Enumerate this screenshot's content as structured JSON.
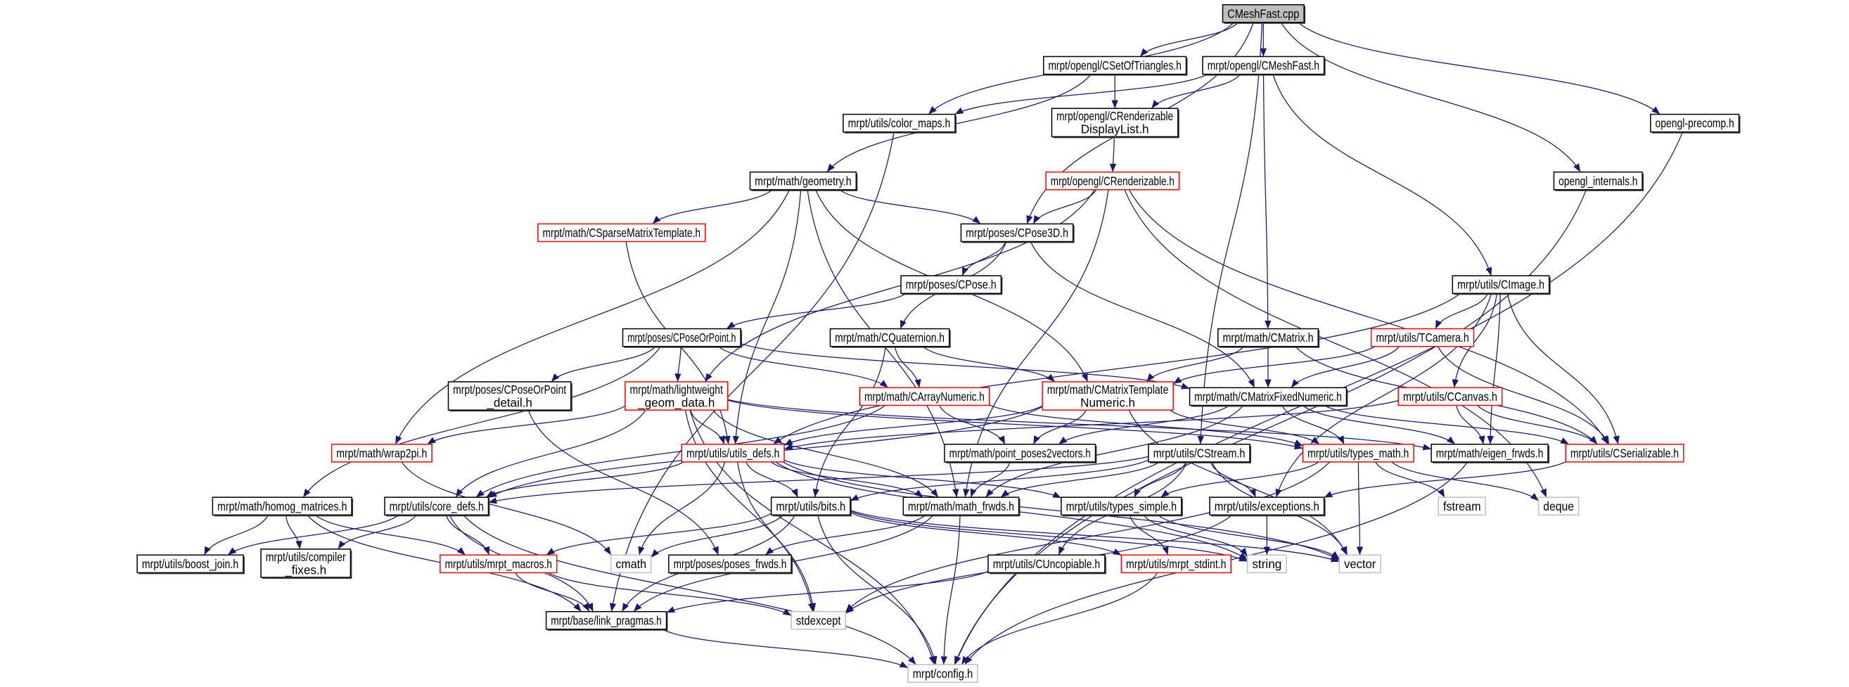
{
  "colors": {
    "edge": "#191970",
    "node_border": "#000000",
    "node_shadow": "#404040",
    "truncated_border": "#ff0000",
    "system_border": "#bfbfbf",
    "root_fill": "#bfbfbf",
    "node_fill": "#ffffff"
  },
  "graph": {
    "nodes": [
      {
        "id": "root",
        "lines": [
          "CMeshFast.cpp"
        ],
        "kind": "root"
      },
      {
        "id": "cset",
        "lines": [
          "mrpt/opengl/CSetOfTriangles.h"
        ],
        "kind": "normal"
      },
      {
        "id": "cmeshh",
        "lines": [
          "mrpt/opengl/CMeshFast.h"
        ],
        "kind": "normal"
      },
      {
        "id": "colormaps",
        "lines": [
          "mrpt/utils/color_maps.h"
        ],
        "kind": "normal"
      },
      {
        "id": "crdl",
        "lines": [
          "mrpt/opengl/CRenderizable",
          "DisplayList.h"
        ],
        "kind": "normal"
      },
      {
        "id": "precomp",
        "lines": [
          "opengl-precomp.h"
        ],
        "kind": "normal"
      },
      {
        "id": "geometry",
        "lines": [
          "mrpt/math/geometry.h"
        ],
        "kind": "normal"
      },
      {
        "id": "crend",
        "lines": [
          "mrpt/opengl/CRenderizable.h"
        ],
        "kind": "truncated"
      },
      {
        "id": "internals",
        "lines": [
          "opengl_internals.h"
        ],
        "kind": "normal"
      },
      {
        "id": "csparse",
        "lines": [
          "mrpt/math/CSparseMatrixTemplate.h"
        ],
        "kind": "truncated"
      },
      {
        "id": "cpose3d",
        "lines": [
          "mrpt/poses/CPose3D.h"
        ],
        "kind": "normal"
      },
      {
        "id": "cpose",
        "lines": [
          "mrpt/poses/CPose.h"
        ],
        "kind": "normal"
      },
      {
        "id": "cimage",
        "lines": [
          "mrpt/utils/CImage.h"
        ],
        "kind": "normal"
      },
      {
        "id": "cposeorpoint",
        "lines": [
          "mrpt/poses/CPoseOrPoint.h"
        ],
        "kind": "normal"
      },
      {
        "id": "cquaternion",
        "lines": [
          "mrpt/math/CQuaternion.h"
        ],
        "kind": "normal"
      },
      {
        "id": "cmatrix",
        "lines": [
          "mrpt/math/CMatrix.h"
        ],
        "kind": "normal"
      },
      {
        "id": "tcamera",
        "lines": [
          "mrpt/utils/TCamera.h"
        ],
        "kind": "truncated"
      },
      {
        "id": "cpopdetail",
        "lines": [
          "mrpt/poses/CPoseOrPoint",
          "_detail.h"
        ],
        "kind": "normal"
      },
      {
        "id": "lightweight",
        "lines": [
          "mrpt/math/lightweight",
          "_geom_data.h"
        ],
        "kind": "truncated"
      },
      {
        "id": "carraynumeric",
        "lines": [
          "mrpt/math/CArrayNumeric.h"
        ],
        "kind": "truncated"
      },
      {
        "id": "cmtn",
        "lines": [
          "mrpt/math/CMatrixTemplate",
          "Numeric.h"
        ],
        "kind": "truncated"
      },
      {
        "id": "cmfn",
        "lines": [
          "mrpt/math/CMatrixFixedNumeric.h"
        ],
        "kind": "normal"
      },
      {
        "id": "ccanvas",
        "lines": [
          "mrpt/utils/CCanvas.h"
        ],
        "kind": "truncated"
      },
      {
        "id": "wrap2pi",
        "lines": [
          "mrpt/math/wrap2pi.h"
        ],
        "kind": "truncated"
      },
      {
        "id": "utilsdefs",
        "lines": [
          "mrpt/utils/utils_defs.h"
        ],
        "kind": "truncated"
      },
      {
        "id": "pp2v",
        "lines": [
          "mrpt/math/point_poses2vectors.h"
        ],
        "kind": "normal"
      },
      {
        "id": "cstream",
        "lines": [
          "mrpt/utils/CStream.h"
        ],
        "kind": "normal"
      },
      {
        "id": "typesmath",
        "lines": [
          "mrpt/utils/types_math.h"
        ],
        "kind": "truncated"
      },
      {
        "id": "eigen",
        "lines": [
          "mrpt/math/eigen_frwds.h"
        ],
        "kind": "normal"
      },
      {
        "id": "cserial",
        "lines": [
          "mrpt/utils/CSerializable.h"
        ],
        "kind": "truncated"
      },
      {
        "id": "homog",
        "lines": [
          "mrpt/math/homog_matrices.h"
        ],
        "kind": "normal"
      },
      {
        "id": "coredefs",
        "lines": [
          "mrpt/utils/core_defs.h"
        ],
        "kind": "normal"
      },
      {
        "id": "bits",
        "lines": [
          "mrpt/utils/bits.h"
        ],
        "kind": "normal"
      },
      {
        "id": "mathfrwds",
        "lines": [
          "mrpt/math/math_frwds.h"
        ],
        "kind": "normal"
      },
      {
        "id": "typessimple",
        "lines": [
          "mrpt/utils/types_simple.h"
        ],
        "kind": "normal"
      },
      {
        "id": "exceptions",
        "lines": [
          "mrpt/utils/exceptions.h"
        ],
        "kind": "normal"
      },
      {
        "id": "fstream",
        "lines": [
          "fstream"
        ],
        "kind": "system"
      },
      {
        "id": "deque",
        "lines": [
          "deque"
        ],
        "kind": "system"
      },
      {
        "id": "boostjoin",
        "lines": [
          "mrpt/utils/boost_join.h"
        ],
        "kind": "normal"
      },
      {
        "id": "compiler",
        "lines": [
          "mrpt/utils/compiler",
          "_fixes.h"
        ],
        "kind": "normal"
      },
      {
        "id": "macros",
        "lines": [
          "mrpt/utils/mrpt_macros.h"
        ],
        "kind": "truncated"
      },
      {
        "id": "cmath",
        "lines": [
          "cmath"
        ],
        "kind": "system"
      },
      {
        "id": "posesfrwds",
        "lines": [
          "mrpt/poses/poses_frwds.h"
        ],
        "kind": "normal"
      },
      {
        "id": "cuncopiable",
        "lines": [
          "mrpt/utils/CUncopiable.h"
        ],
        "kind": "normal"
      },
      {
        "id": "stdint",
        "lines": [
          "mrpt/utils/mrpt_stdint.h"
        ],
        "kind": "truncated"
      },
      {
        "id": "string",
        "lines": [
          "string"
        ],
        "kind": "system"
      },
      {
        "id": "vector",
        "lines": [
          "vector"
        ],
        "kind": "system"
      },
      {
        "id": "linkpragmas",
        "lines": [
          "mrpt/base/link_pragmas.h"
        ],
        "kind": "normal"
      },
      {
        "id": "stdexcept",
        "lines": [
          "stdexcept"
        ],
        "kind": "system"
      },
      {
        "id": "config",
        "lines": [
          "mrpt/config.h"
        ],
        "kind": "system"
      }
    ],
    "edges": [
      [
        "root",
        "cset"
      ],
      [
        "root",
        "cmeshh"
      ],
      [
        "root",
        "colormaps"
      ],
      [
        "root",
        "cpose3d"
      ],
      [
        "root",
        "precomp"
      ],
      [
        "root",
        "internals"
      ],
      [
        "root",
        "cstream"
      ],
      [
        "cset",
        "crdl"
      ],
      [
        "cset",
        "geometry"
      ],
      [
        "cmeshh",
        "colormaps"
      ],
      [
        "cmeshh",
        "crdl"
      ],
      [
        "cmeshh",
        "cmatrix"
      ],
      [
        "cmeshh",
        "cimage"
      ],
      [
        "colormaps",
        "linkpragmas"
      ],
      [
        "crdl",
        "crend"
      ],
      [
        "precomp",
        "config"
      ],
      [
        "internals",
        "config"
      ],
      [
        "geometry",
        "csparse"
      ],
      [
        "geometry",
        "cpose3d"
      ],
      [
        "geometry",
        "wrap2pi"
      ],
      [
        "geometry",
        "utilsdefs"
      ],
      [
        "geometry",
        "mathfrwds"
      ],
      [
        "geometry",
        "cmtn"
      ],
      [
        "crend",
        "cpose3d"
      ],
      [
        "crend",
        "mathfrwds"
      ],
      [
        "crend",
        "lightweight"
      ],
      [
        "crend",
        "cserial"
      ],
      [
        "crend",
        "deque"
      ],
      [
        "csparse",
        "utilsdefs"
      ],
      [
        "cpose3d",
        "cpose"
      ],
      [
        "cpose3d",
        "cquaternion"
      ],
      [
        "cpose3d",
        "cmfn"
      ],
      [
        "cpose",
        "cposeorpoint"
      ],
      [
        "cimage",
        "tcamera"
      ],
      [
        "cimage",
        "ccanvas"
      ],
      [
        "cimage",
        "cserial"
      ],
      [
        "cimage",
        "eigen"
      ],
      [
        "cimage",
        "utilsdefs"
      ],
      [
        "cimage",
        "exceptions"
      ],
      [
        "cposeorpoint",
        "cpopdetail"
      ],
      [
        "cposeorpoint",
        "lightweight"
      ],
      [
        "cposeorpoint",
        "carraynumeric"
      ],
      [
        "cposeorpoint",
        "cmfn"
      ],
      [
        "cposeorpoint",
        "homog"
      ],
      [
        "cquaternion",
        "carraynumeric"
      ],
      [
        "cquaternion",
        "cmtn"
      ],
      [
        "cquaternion",
        "bits"
      ],
      [
        "cmatrix",
        "cmtn"
      ],
      [
        "cmatrix",
        "cmfn"
      ],
      [
        "cmatrix",
        "cserial"
      ],
      [
        "tcamera",
        "cmfn"
      ],
      [
        "tcamera",
        "cmtn"
      ],
      [
        "tcamera",
        "cserial"
      ],
      [
        "cpopdetail",
        "posesfrwds"
      ],
      [
        "lightweight",
        "utilsdefs"
      ],
      [
        "lightweight",
        "wrap2pi"
      ],
      [
        "lightweight",
        "coredefs"
      ],
      [
        "lightweight",
        "mathfrwds"
      ],
      [
        "lightweight",
        "eigen"
      ],
      [
        "lightweight",
        "config"
      ],
      [
        "lightweight",
        "stdexcept"
      ],
      [
        "lightweight",
        "typesmath"
      ],
      [
        "carraynumeric",
        "pp2v"
      ],
      [
        "carraynumeric",
        "coredefs"
      ],
      [
        "carraynumeric",
        "typesmath"
      ],
      [
        "cmtn",
        "pp2v"
      ],
      [
        "cmtn",
        "coredefs"
      ],
      [
        "cmtn",
        "typesmath"
      ],
      [
        "cmtn",
        "vector"
      ],
      [
        "cmtn",
        "utilsdefs"
      ],
      [
        "cmfn",
        "typesmath"
      ],
      [
        "cmfn",
        "eigen"
      ],
      [
        "cmfn",
        "cserial"
      ],
      [
        "cmfn",
        "mathfrwds"
      ],
      [
        "cmfn",
        "pp2v"
      ],
      [
        "ccanvas",
        "eigen"
      ],
      [
        "ccanvas",
        "cserial"
      ],
      [
        "ccanvas",
        "utilsdefs"
      ],
      [
        "wrap2pi",
        "cmath"
      ],
      [
        "utilsdefs",
        "coredefs"
      ],
      [
        "utilsdefs",
        "bits"
      ],
      [
        "utilsdefs",
        "mathfrwds"
      ],
      [
        "utilsdefs",
        "typessimple"
      ],
      [
        "utilsdefs",
        "cmath"
      ],
      [
        "utilsdefs",
        "stdexcept"
      ],
      [
        "utilsdefs",
        "string"
      ],
      [
        "utilsdefs",
        "vector"
      ],
      [
        "pp2v",
        "mathfrwds"
      ],
      [
        "cstream",
        "coredefs"
      ],
      [
        "cstream",
        "typessimple"
      ],
      [
        "cstream",
        "exceptions"
      ],
      [
        "cstream",
        "cuncopiable"
      ],
      [
        "cstream",
        "vector"
      ],
      [
        "cstream",
        "bits"
      ],
      [
        "cstream",
        "mathfrwds"
      ],
      [
        "typesmath",
        "vector"
      ],
      [
        "typesmath",
        "fstream"
      ],
      [
        "typesmath",
        "deque"
      ],
      [
        "typesmath",
        "stdexcept"
      ],
      [
        "typesmath",
        "typessimple"
      ],
      [
        "eigen",
        "config"
      ],
      [
        "cserial",
        "exceptions"
      ],
      [
        "homog",
        "boostjoin"
      ],
      [
        "homog",
        "compiler"
      ],
      [
        "homog",
        "macros"
      ],
      [
        "homog",
        "linkpragmas"
      ],
      [
        "coredefs",
        "boostjoin"
      ],
      [
        "coredefs",
        "compiler"
      ],
      [
        "coredefs",
        "macros"
      ],
      [
        "coredefs",
        "linkpragmas"
      ],
      [
        "coredefs",
        "config"
      ],
      [
        "bits",
        "macros"
      ],
      [
        "bits",
        "cmath"
      ],
      [
        "bits",
        "linkpragmas"
      ],
      [
        "bits",
        "config"
      ],
      [
        "bits",
        "string"
      ],
      [
        "bits",
        "vector"
      ],
      [
        "bits",
        "stdint"
      ],
      [
        "mathfrwds",
        "posesfrwds"
      ],
      [
        "mathfrwds",
        "linkpragmas"
      ],
      [
        "mathfrwds",
        "config"
      ],
      [
        "typessimple",
        "stdint"
      ],
      [
        "typessimple",
        "string"
      ],
      [
        "typessimple",
        "vector"
      ],
      [
        "exceptions",
        "string"
      ],
      [
        "exceptions",
        "stdexcept"
      ],
      [
        "macros",
        "linkpragmas"
      ],
      [
        "macros",
        "stdexcept"
      ],
      [
        "cuncopiable",
        "linkpragmas"
      ],
      [
        "stdint",
        "config"
      ],
      [
        "linkpragmas",
        "config"
      ]
    ]
  }
}
